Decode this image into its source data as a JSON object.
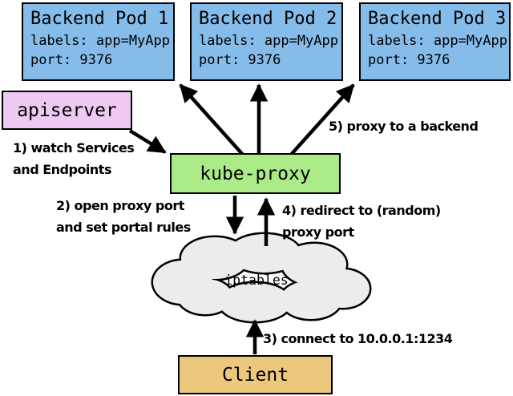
{
  "diagram": {
    "pods": [
      {
        "title": "Backend Pod 1",
        "labels_line": "labels: app=MyApp",
        "port_line": "port: 9376"
      },
      {
        "title": "Backend Pod 2",
        "labels_line": "labels: app=MyApp",
        "port_line": "port: 9376"
      },
      {
        "title": "Backend Pod 3",
        "labels_line": "labels: app=MyApp",
        "port_line": "port: 9376"
      }
    ],
    "apiserver_label": "apiserver",
    "kube_proxy_label": "kube-proxy",
    "iptables_label": "iptables",
    "client_label": "Client",
    "notes": {
      "n1": {
        "line1": "1) watch Services",
        "line2": "and Endpoints"
      },
      "n2": {
        "line1": "2) open proxy port",
        "line2": "and set portal rules"
      },
      "n3": {
        "line1": "3) connect to 10.0.0.1:1234"
      },
      "n4": {
        "line1": "4) redirect to (random)",
        "line2": "proxy port"
      },
      "n5": {
        "line1": "5) proxy to a backend"
      }
    },
    "colors": {
      "pod_fill": "#85BCE9",
      "apiserver_fill": "#EECAF2",
      "kube_proxy_fill": "#ABEB87",
      "client_fill": "#EEC77E",
      "cloud_fill": "#ECECEA",
      "outline": "#000000"
    }
  }
}
